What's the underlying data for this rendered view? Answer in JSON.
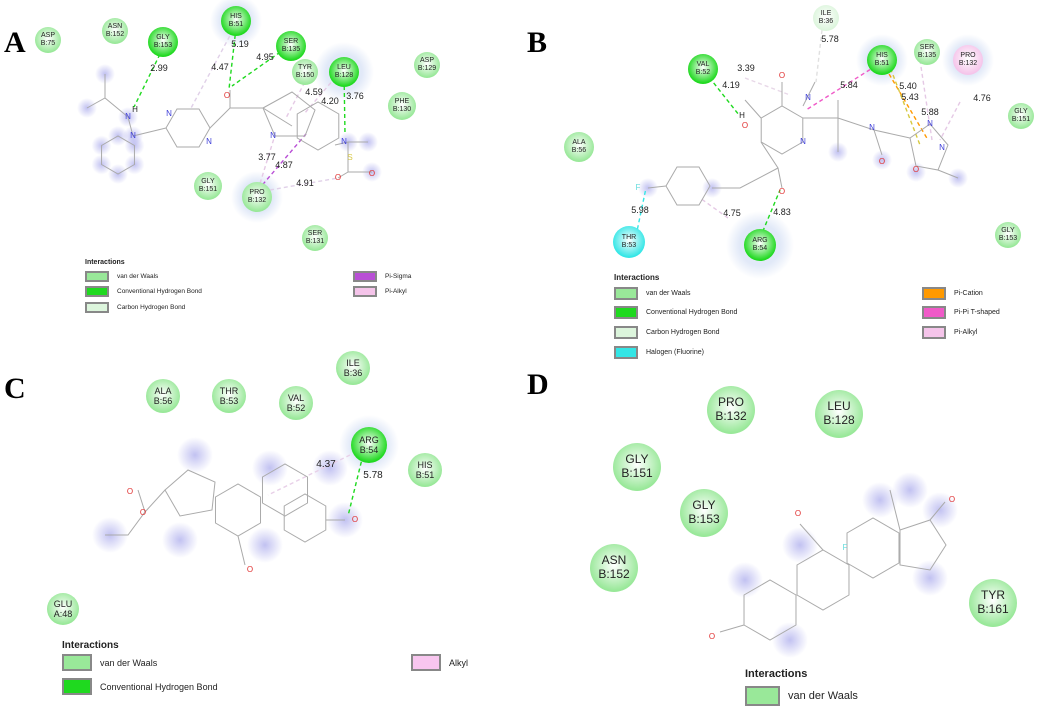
{
  "panels": {
    "A": {
      "letter": "A",
      "residues": [
        "ASP\nB:75",
        "ASN\nB:152",
        "GLY\nB:153",
        "HIS\nB:51",
        "SER\nB:135",
        "TYR\nB:150",
        "LEU\nB:128",
        "ASP\nB:129",
        "PHE\nB:130",
        "GLY\nB:151",
        "PRO\nB:132",
        "SER\nB:131"
      ],
      "distances": [
        "5.19",
        "4.47",
        "4.95",
        "2.99",
        "4.59",
        "4.20",
        "3.76",
        "3.77",
        "4.87",
        "4.91"
      ],
      "atoms": [
        "O",
        "H",
        "N",
        "N",
        "N",
        "N",
        "N",
        "N",
        "S",
        "O",
        "O"
      ],
      "legend": {
        "title": "Interactions",
        "items": [
          "van der Waals",
          "Conventional Hydrogen Bond",
          "Carbon Hydrogen Bond",
          "Pi-Sigma",
          "Pi-Alkyl"
        ]
      }
    },
    "B": {
      "letter": "B",
      "residues": [
        "ILE\nB:36",
        "VAL\nB:52",
        "HIS\nB:51",
        "SER\nB:135",
        "PRO\nB:132",
        "GLY\nB:151",
        "ALA\nB:56",
        "THR\nB:53",
        "ARG\nB:54",
        "GLY\nB:153"
      ],
      "distances": [
        "3.39",
        "5.78",
        "4.19",
        "5.84",
        "5.40",
        "5.43",
        "5.88",
        "4.76",
        "5.98",
        "4.75",
        "4.83"
      ],
      "atoms": [
        "O",
        "O",
        "H",
        "N",
        "N",
        "N",
        "O",
        "O",
        "N",
        "N",
        "O",
        "F"
      ],
      "legend": {
        "title": "Interactions",
        "items": [
          "van der Waals",
          "Conventional Hydrogen Bond",
          "Carbon Hydrogen Bond",
          "Halogen (Fluorine)",
          "Pi-Cation",
          "Pi-Pi T-shaped",
          "Pi-Alkyl"
        ]
      }
    },
    "C": {
      "letter": "C",
      "residues": [
        "ALA\nB:56",
        "THR\nB:53",
        "VAL\nB:52",
        "ILE\nB:36",
        "ARG\nB:54",
        "HIS\nB:51",
        "GLU\nA:48"
      ],
      "distances": [
        "4.37",
        "5.78"
      ],
      "atoms": [
        "O",
        "O",
        "O",
        "O"
      ],
      "legend": {
        "title": "Interactions",
        "items": [
          "van der Waals",
          "Conventional Hydrogen Bond",
          "Alkyl"
        ]
      }
    },
    "D": {
      "letter": "D",
      "residues": [
        "PRO\nB:132",
        "LEU\nB:128",
        "GLY\nB:151",
        "GLY\nB:153",
        "ASN\nB:152",
        "TYR\nB:161"
      ],
      "atoms": [
        "O",
        "O",
        "O",
        "F"
      ],
      "legend": {
        "title": "Interactions",
        "items": [
          "van der Waals"
        ]
      }
    }
  },
  "colors": {
    "vdw": "#99e899",
    "conv_hbond": "#1fd91f",
    "carbon_hbond": "#dcf5dc",
    "halogen": "#33e6e6",
    "pi_sigma": "#b94fd6",
    "pi_alkyl": "#f5c4ea",
    "pi_cation": "#ff9900",
    "pi_pi_tshaped": "#f05ac8",
    "alkyl": "#f8c6ef",
    "bond": "#aaaaaa",
    "oxygen": "#e03030",
    "nitrogen": "#3a3ad8",
    "sulfur": "#d8c94a",
    "fluorine": "#66dddd"
  }
}
